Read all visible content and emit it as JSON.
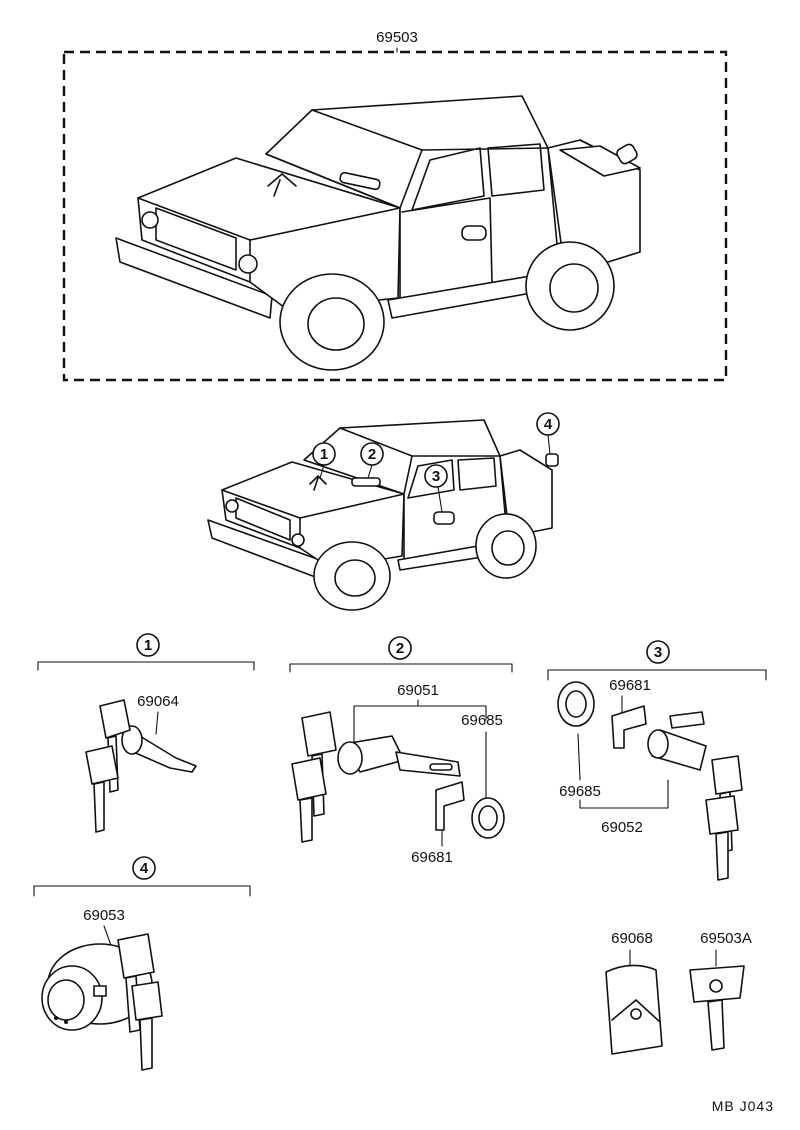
{
  "top_assembly": {
    "part_number": "69503"
  },
  "locator": {
    "callouts": [
      "1",
      "2",
      "3",
      "4"
    ]
  },
  "groups": [
    {
      "callout": "1",
      "parts": [
        "69064"
      ]
    },
    {
      "callout": "2",
      "parts": [
        "69051",
        "69685",
        "69681"
      ]
    },
    {
      "callout": "3",
      "parts": [
        "69681",
        "69685",
        "69052"
      ]
    },
    {
      "callout": "4",
      "parts": [
        "69053"
      ]
    }
  ],
  "loose_parts": [
    "69068",
    "69503A"
  ],
  "diagram_code": "MB  J043"
}
